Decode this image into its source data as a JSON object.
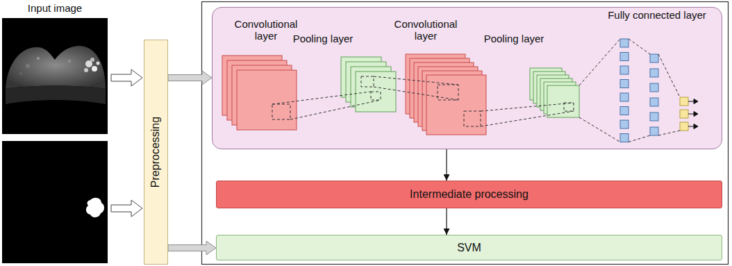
{
  "diagram": {
    "nodes": [
      {
        "text": [
          "Preprocessing"
        ]
      },
      {
        "text": []
      },
      {
        "text": [
          "Convolutional layer"
        ],
        "in": 1
      },
      {
        "text": [
          "Pooling layer"
        ],
        "in": 1
      },
      {
        "text": [
          "Convolutional layer"
        ],
        "in": 1
      },
      {
        "text": [
          "Pooling layer"
        ],
        "in": 1
      },
      {
        "text": [
          "Fully connected layer"
        ],
        "in": 1
      },
      {
        "text": [
          "Intermediate processing"
        ]
      },
      {
        "text": [
          "SVM"
        ]
      }
    ],
    "edges": [
      {
        "from": 0,
        "to": 1,
        "arrow": "to"
      },
      {
        "from": 1,
        "to": 7,
        "arrow": "to"
      },
      {
        "from": 7,
        "to": 8,
        "arrow": "to"
      },
      {
        "from": 0,
        "to": 8,
        "arrow": "to"
      }
    ],
    "labels": [
      "Input image"
    ]
  }
}
